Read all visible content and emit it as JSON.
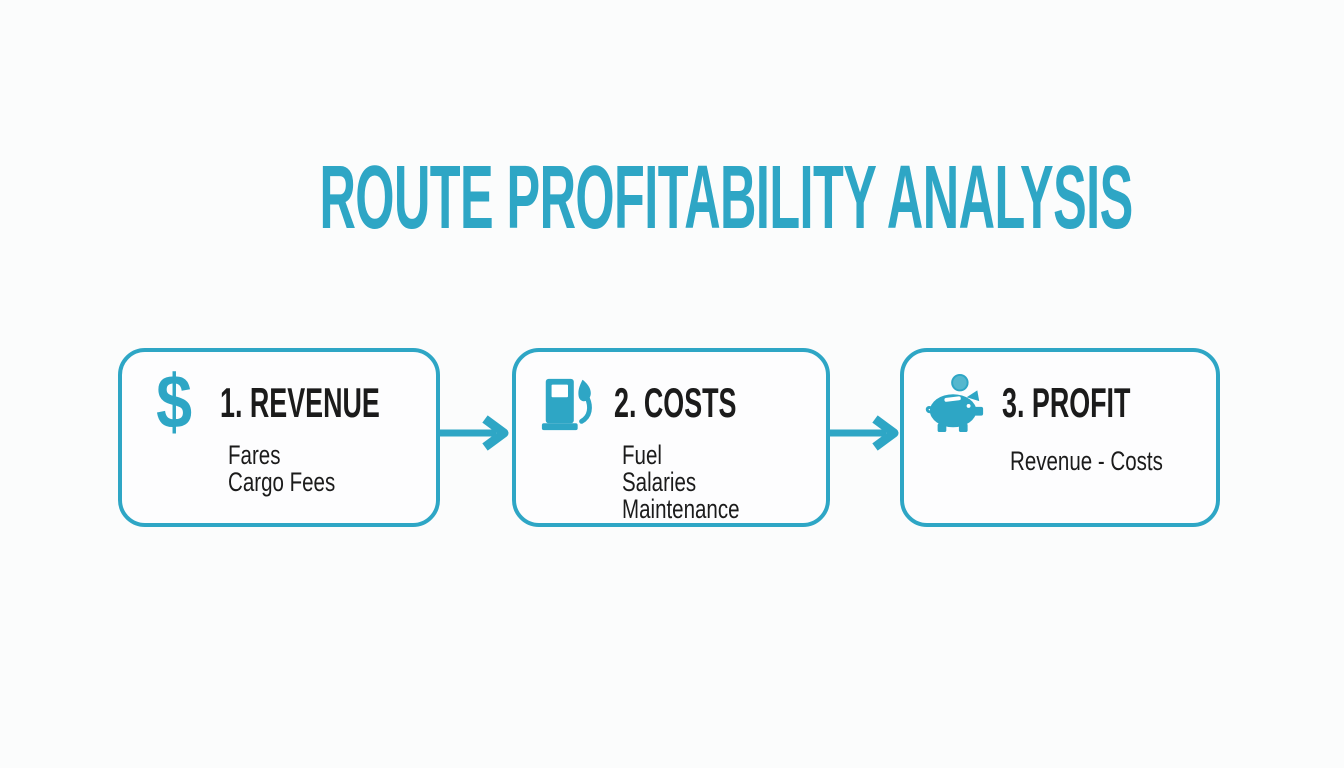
{
  "page": {
    "title": "ROUTE PROFITABILITY ANALYSIS",
    "background": "#fbfcfc"
  },
  "colors": {
    "accent": "#2ea6c5",
    "accent_light": "#55b7ce",
    "text": "#1b1b1b"
  },
  "diagram": {
    "steps": [
      {
        "icon": "dollar-icon",
        "title": "1. REVENUE",
        "items": [
          "Fares",
          "Cargo Fees"
        ]
      },
      {
        "icon": "fuel-pump-icon",
        "title": "2. COSTS",
        "items": [
          "Fuel",
          "Salaries",
          "Maintenance"
        ]
      },
      {
        "icon": "piggy-bank-icon",
        "title": "3. PROFIT",
        "items": [
          "Revenue - Costs"
        ]
      }
    ],
    "connector": "arrow-right-icon"
  }
}
